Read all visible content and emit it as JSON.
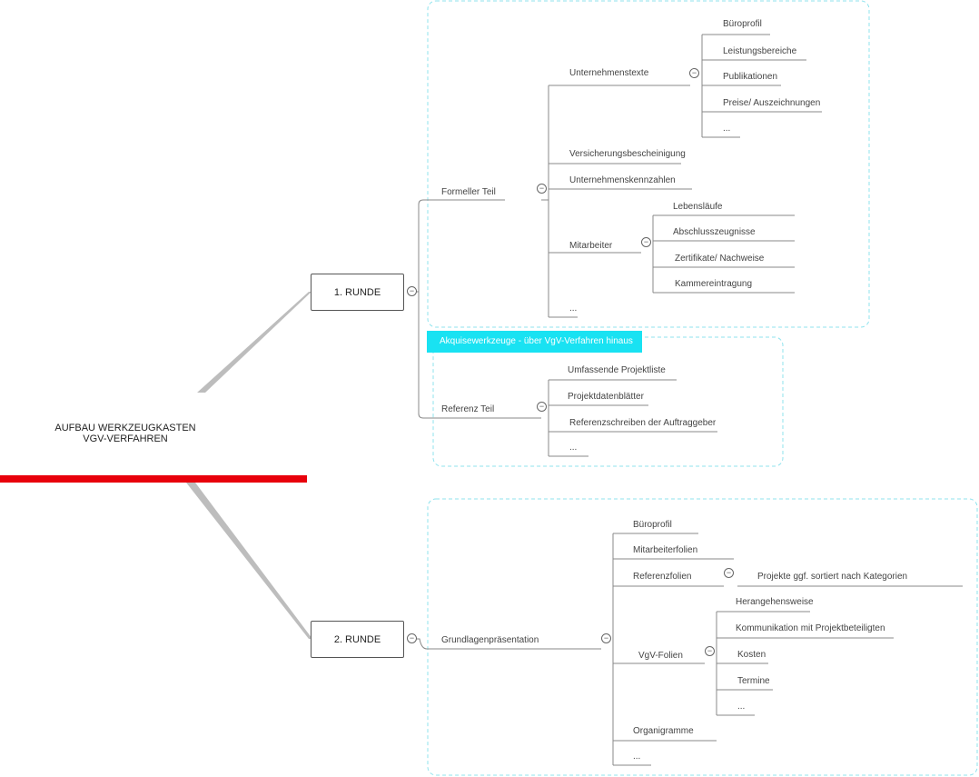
{
  "root": {
    "line1": "AUFBAU WERKZEUGKASTEN",
    "line2": "VGV-VERFAHREN"
  },
  "round1": {
    "label": "1. RUNDE",
    "formal": {
      "label": "Formeller Teil",
      "unternehmenstexte": {
        "label": "Unternehmenstexte",
        "items": [
          "Büroprofil",
          "Leistungsbereiche",
          "Publikationen",
          "Preise/ Auszeichnungen",
          "..."
        ]
      },
      "versicherung": "Versicherungsbescheinigung",
      "kennzahlen": "Unternehmenskennzahlen",
      "mitarbeiter": {
        "label": "Mitarbeiter",
        "items": [
          "Lebensläufe",
          "Abschlusszeugnisse",
          "Zertifikate/ Nachweise",
          "Kammereintragung"
        ]
      },
      "more": "..."
    },
    "banner": "Akquisewerkzeuge - über VgV-Verfahren hinaus",
    "referenz": {
      "label": "Referenz Teil",
      "items": [
        "Umfassende Projektliste",
        "Projektdatenblätter",
        "Referenzschreiben der Auftraggeber",
        "..."
      ]
    }
  },
  "round2": {
    "label": "2. RUNDE",
    "grundlagen": {
      "label": "Grundlagenpräsentation",
      "bueroprofil": "Büroprofil",
      "mitarbeiterfolien": "Mitarbeiterfolien",
      "referenzfolien": {
        "label": "Referenzfolien",
        "child": "Projekte ggf. sortiert nach Kategorien"
      },
      "vgvfolien": {
        "label": "VgV-Folien",
        "items": [
          "Herangehensweise",
          "Kommunikation mit Projektbeteiligten",
          "Kosten",
          "Termine",
          "..."
        ]
      },
      "organigramme": "Organigramme",
      "more": "..."
    }
  },
  "toggle_symbol": "−",
  "colors": {
    "accent_red": "#e8000b",
    "boundary": "#8fe3ee",
    "banner": "#19e2f2",
    "line": "#888888",
    "connector": "#bdbdbd"
  }
}
